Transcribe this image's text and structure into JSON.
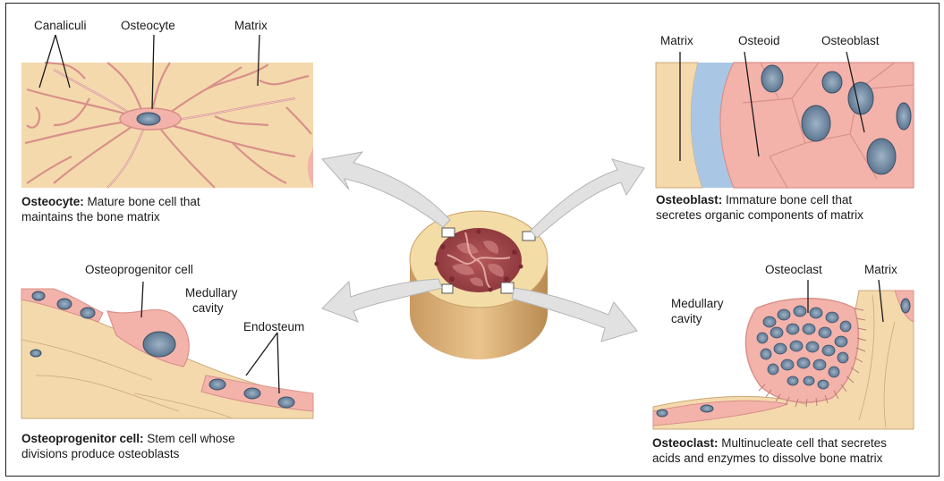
{
  "panels": {
    "osteocyte": {
      "labels": {
        "canaliculi": "Canaliculi",
        "osteocyte": "Osteocyte",
        "matrix": "Matrix"
      },
      "caption_title": "Osteocyte:",
      "caption_line1": "Mature bone cell that",
      "caption_line2": "maintains the bone matrix"
    },
    "osteoblast": {
      "labels": {
        "matrix": "Matrix",
        "osteoid": "Osteoid",
        "osteoblast": "Osteoblast"
      },
      "caption_title": "Osteoblast:",
      "caption_line1": "Immature bone cell that",
      "caption_line2": "secretes organic components of matrix"
    },
    "osteoprogenitor": {
      "labels": {
        "cell": "Osteoprogenitor cell",
        "medullary_1": "Medullary",
        "medullary_2": "cavity",
        "endosteum": "Endosteum"
      },
      "caption_title": "Osteoprogenitor cell:",
      "caption_line1": "Stem cell whose",
      "caption_line2": "divisions produce osteoblasts"
    },
    "osteoclast": {
      "labels": {
        "osteoclast": "Osteoclast",
        "matrix": "Matrix",
        "medullary_1": "Medullary",
        "medullary_2": "cavity"
      },
      "caption_title": "Osteoclast:",
      "caption_line1": "Multinucleate cell that secretes",
      "caption_line2": "acids and enzymes to dissolve bone matrix"
    }
  },
  "colors": {
    "matrix": "#f4d9ad",
    "cell": "#f3b3ab",
    "osteoid": "#a9c7e4",
    "nucleus": "#6f8aa4",
    "line": "#1a1a1a",
    "arrow": "#e1e1e1"
  }
}
